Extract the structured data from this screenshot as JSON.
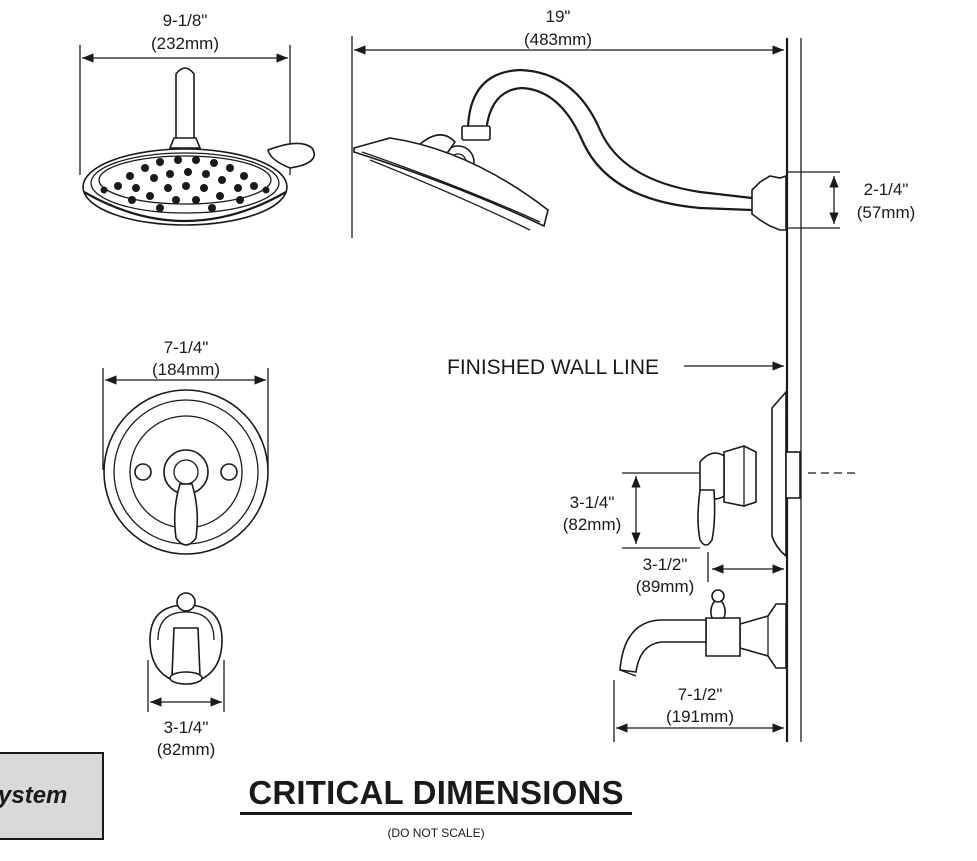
{
  "dimensions": {
    "showerhead_width": {
      "imperial": "9-1/8\"",
      "metric": "(232mm)"
    },
    "arm_reach": {
      "imperial": "19\"",
      "metric": "(483mm)"
    },
    "flange_height": {
      "imperial": "2-1/4\"",
      "metric": "(57mm)"
    },
    "trim_diameter": {
      "imperial": "7-1/4\"",
      "metric": "(184mm)"
    },
    "handle_drop": {
      "imperial": "3-1/4\"",
      "metric": "(82mm)"
    },
    "handle_projection": {
      "imperial": "3-1/2\"",
      "metric": "(89mm)"
    },
    "spout_width": {
      "imperial": "3-1/4\"",
      "metric": "(82mm)"
    },
    "spout_reach": {
      "imperial": "7-1/2\"",
      "metric": "(191mm)"
    }
  },
  "labels": {
    "wall_line": "FINISHED WALL LINE",
    "title": "CRITICAL DIMENSIONS",
    "subtitle": "(DO NOT SCALE)",
    "system_badge": "ystem"
  }
}
